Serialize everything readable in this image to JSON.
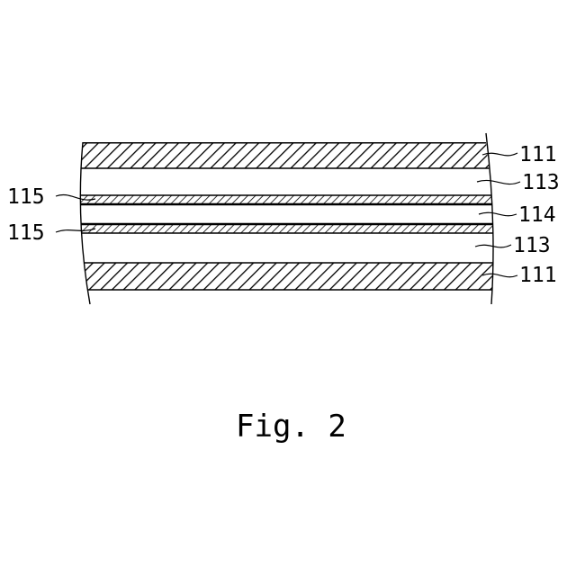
{
  "figure": {
    "caption": "Fig. 2",
    "layers": [
      {
        "ref": "111",
        "material": "hatched-wide"
      },
      {
        "ref": "113",
        "material": "plain"
      },
      {
        "ref": "115",
        "material": "hatched-thin"
      },
      {
        "ref": "114",
        "material": "plain"
      },
      {
        "ref": "115",
        "material": "hatched-thin"
      },
      {
        "ref": "113",
        "material": "plain"
      },
      {
        "ref": "111",
        "material": "hatched-wide"
      }
    ],
    "labels": {
      "top_111": "111",
      "upper_113": "113",
      "upper_115": "115",
      "middle_114": "114",
      "lower_115": "115",
      "lower_113": "113",
      "bottom_111": "111"
    }
  }
}
